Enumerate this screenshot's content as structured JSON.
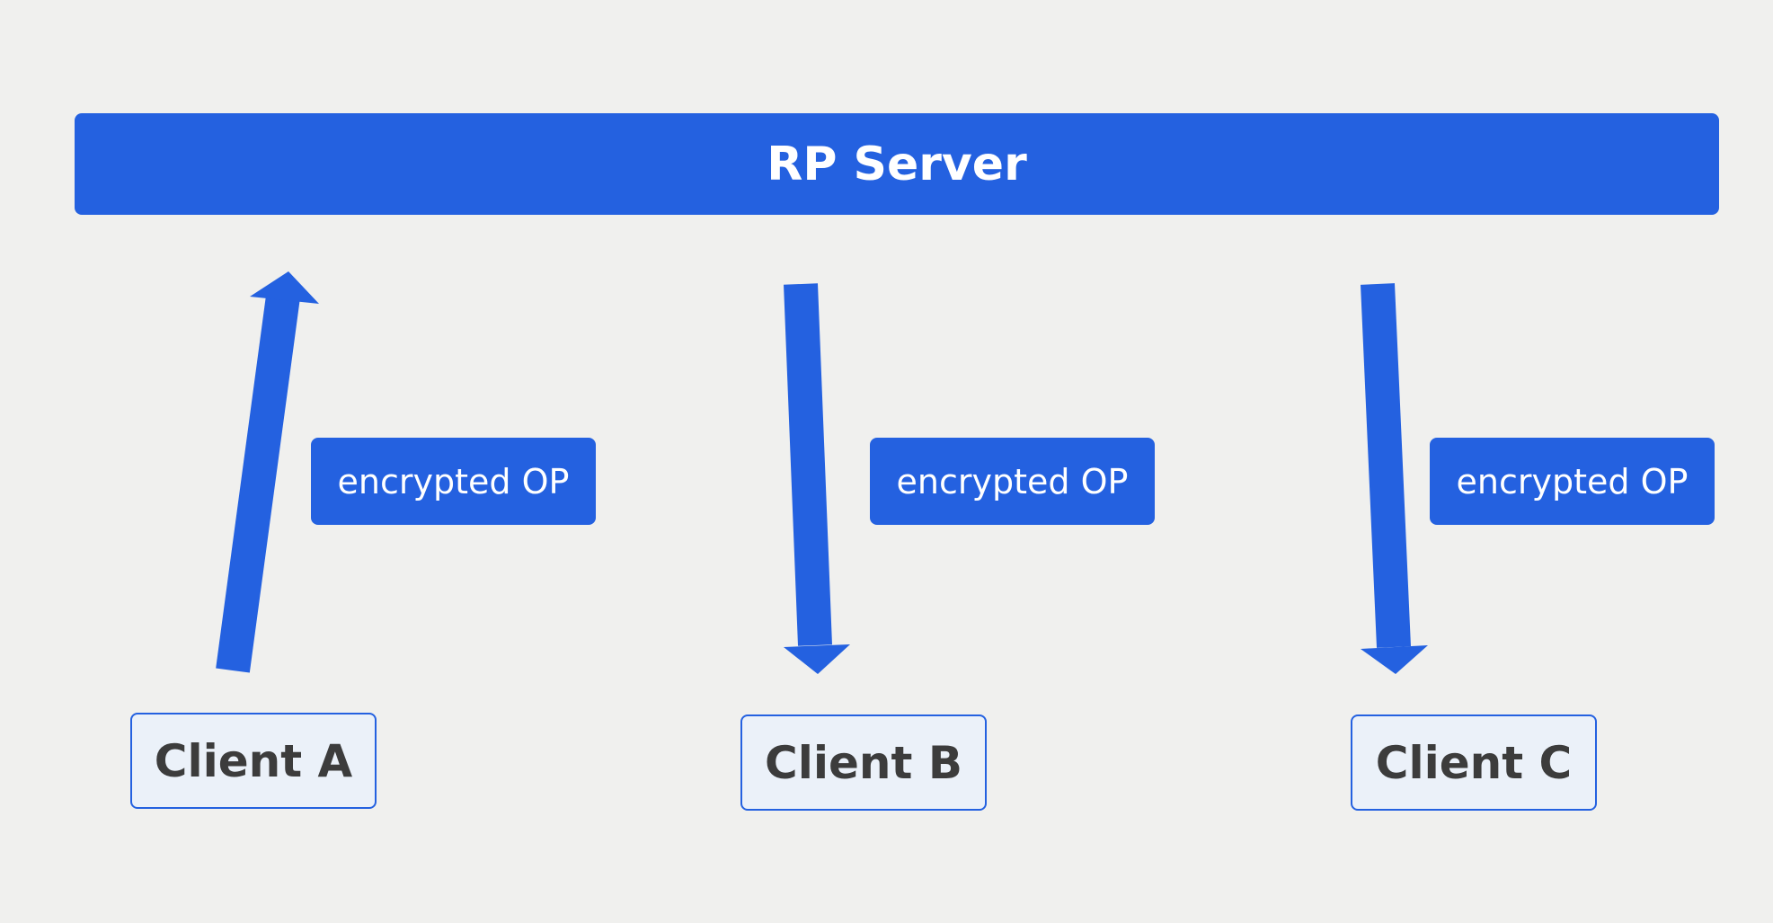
{
  "server": {
    "label": "RP Server"
  },
  "links": [
    {
      "label": "encrypted OP",
      "direction": "up"
    },
    {
      "label": "encrypted OP",
      "direction": "down"
    },
    {
      "label": "encrypted OP",
      "direction": "down"
    }
  ],
  "clients": [
    {
      "label": "Client A"
    },
    {
      "label": "Client B"
    },
    {
      "label": "Client C"
    }
  ],
  "colors": {
    "accent": "#2461e0",
    "client_fill": "#ebf1f9",
    "background": "#f0f0ee",
    "client_text": "#3c3c3c"
  }
}
